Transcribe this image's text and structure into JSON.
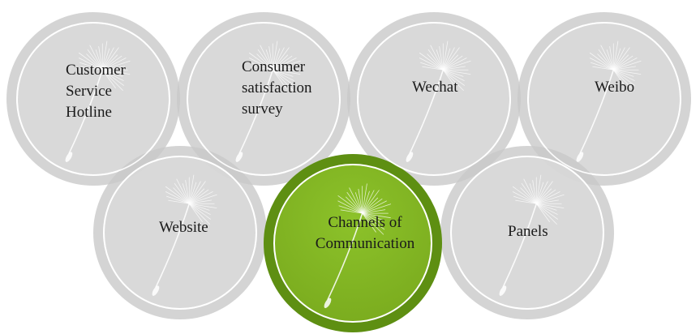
{
  "diagram": {
    "center": {
      "label": "Channels of\nCommunication",
      "color": "#7aab1e"
    },
    "channels": [
      {
        "id": "customer-service-hotline",
        "label": "Customer\nService\nHotline"
      },
      {
        "id": "consumer-satisfaction-survey",
        "label": "Consumer\nsatisfaction\nsurvey"
      },
      {
        "id": "wechat",
        "label": "Wechat"
      },
      {
        "id": "weibo",
        "label": "Weibo"
      },
      {
        "id": "website",
        "label": "Website"
      },
      {
        "id": "panels",
        "label": "Panels"
      }
    ],
    "colors": {
      "ring_outer": "#c8c8c8",
      "ring_fill": "#d9d9d9",
      "inner_stroke": "#ffffff",
      "center_dark": "#5e8f12",
      "center_light": "#8cc22a"
    }
  }
}
